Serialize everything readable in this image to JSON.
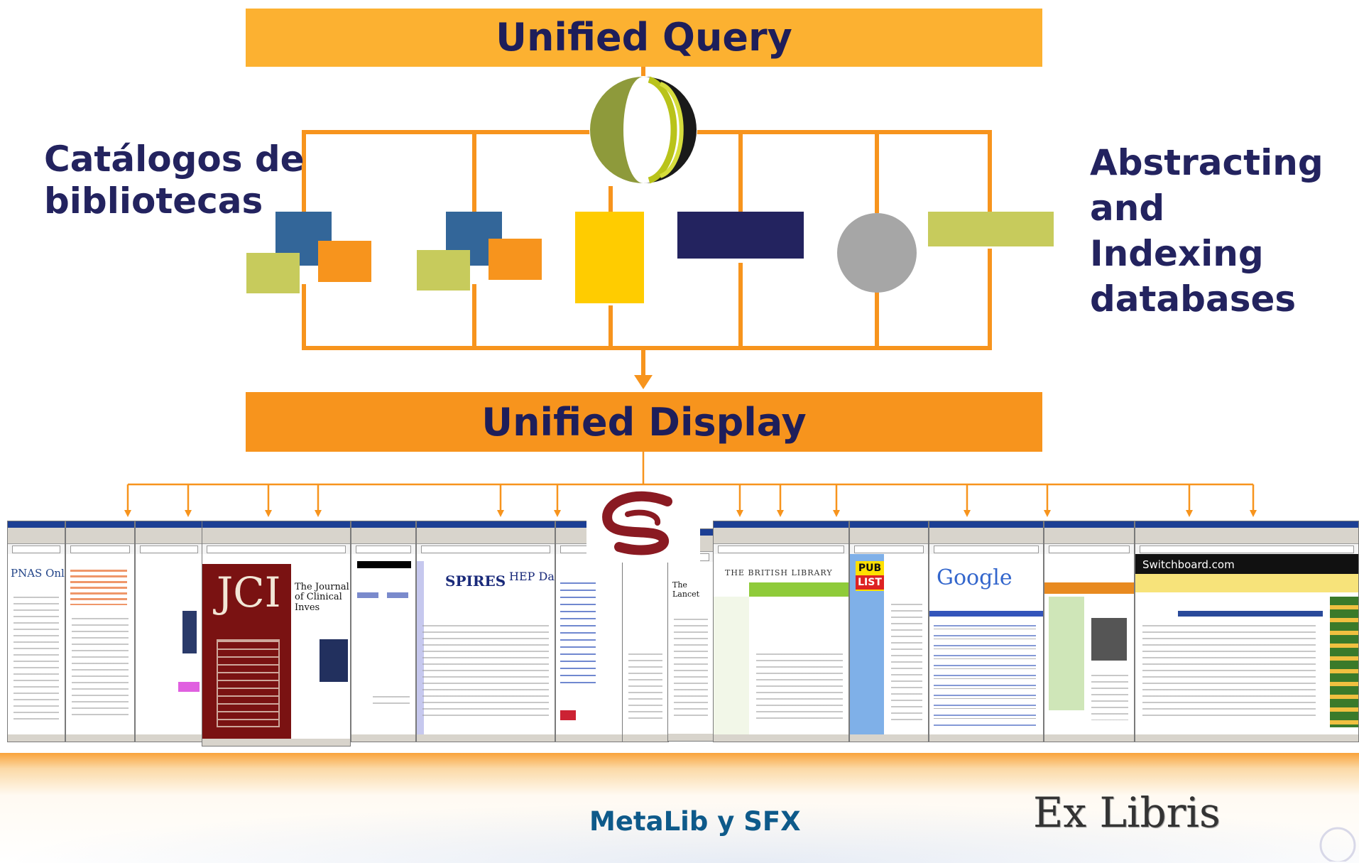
{
  "diagram": {
    "top_bar_title": "Unified Query",
    "bottom_bar_title": "Unified Display",
    "left_label_lines": [
      "Catálogos de",
      "bibliotecas"
    ],
    "right_label_lines": [
      "Abstracting",
      "and",
      "Indexing",
      "databases"
    ]
  },
  "screenshots": {
    "jci": "JCI",
    "jci_sub": "The Journal of Clinical Inves",
    "pnas": "PNAS Onl",
    "spires": "SPIRES",
    "spires_sub": "HEP Da",
    "british_library": "THE BRITISH LIBRARY",
    "lancet": "The Lancet",
    "publist": [
      "PUB",
      "LIST"
    ],
    "google": "Google",
    "switchboard": "Switchboard.com"
  },
  "footer": {
    "caption": "MetaLib y SFX",
    "logo": "Ex Libris"
  },
  "colors": {
    "bar_light": "#fcb131",
    "bar_dark": "#f7941d",
    "connector": "#f7941d",
    "label_text": "#23235f",
    "footer_text": "#0e5a8a"
  }
}
